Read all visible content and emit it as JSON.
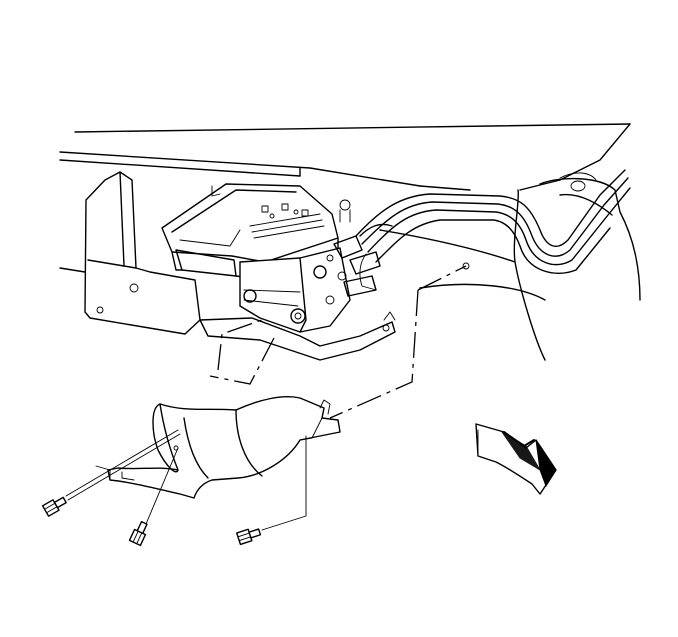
{
  "diagram": {
    "parts": [
      {
        "id": "frame-rail",
        "icon": "frame-rail"
      },
      {
        "id": "abs-modulator",
        "icon": "abs-modulator-valve"
      },
      {
        "id": "mounting-bracket",
        "icon": "bracket"
      },
      {
        "id": "shield",
        "icon": "splash-shield"
      },
      {
        "id": "bolt-left",
        "icon": "bolt-icon"
      },
      {
        "id": "bolt-middle",
        "icon": "bolt-icon"
      },
      {
        "id": "bolt-right",
        "icon": "bolt-icon"
      },
      {
        "id": "direction-arrow",
        "icon": "forward-arrow-icon"
      }
    ],
    "colors": {
      "line": "#000000",
      "background": "#ffffff"
    }
  }
}
